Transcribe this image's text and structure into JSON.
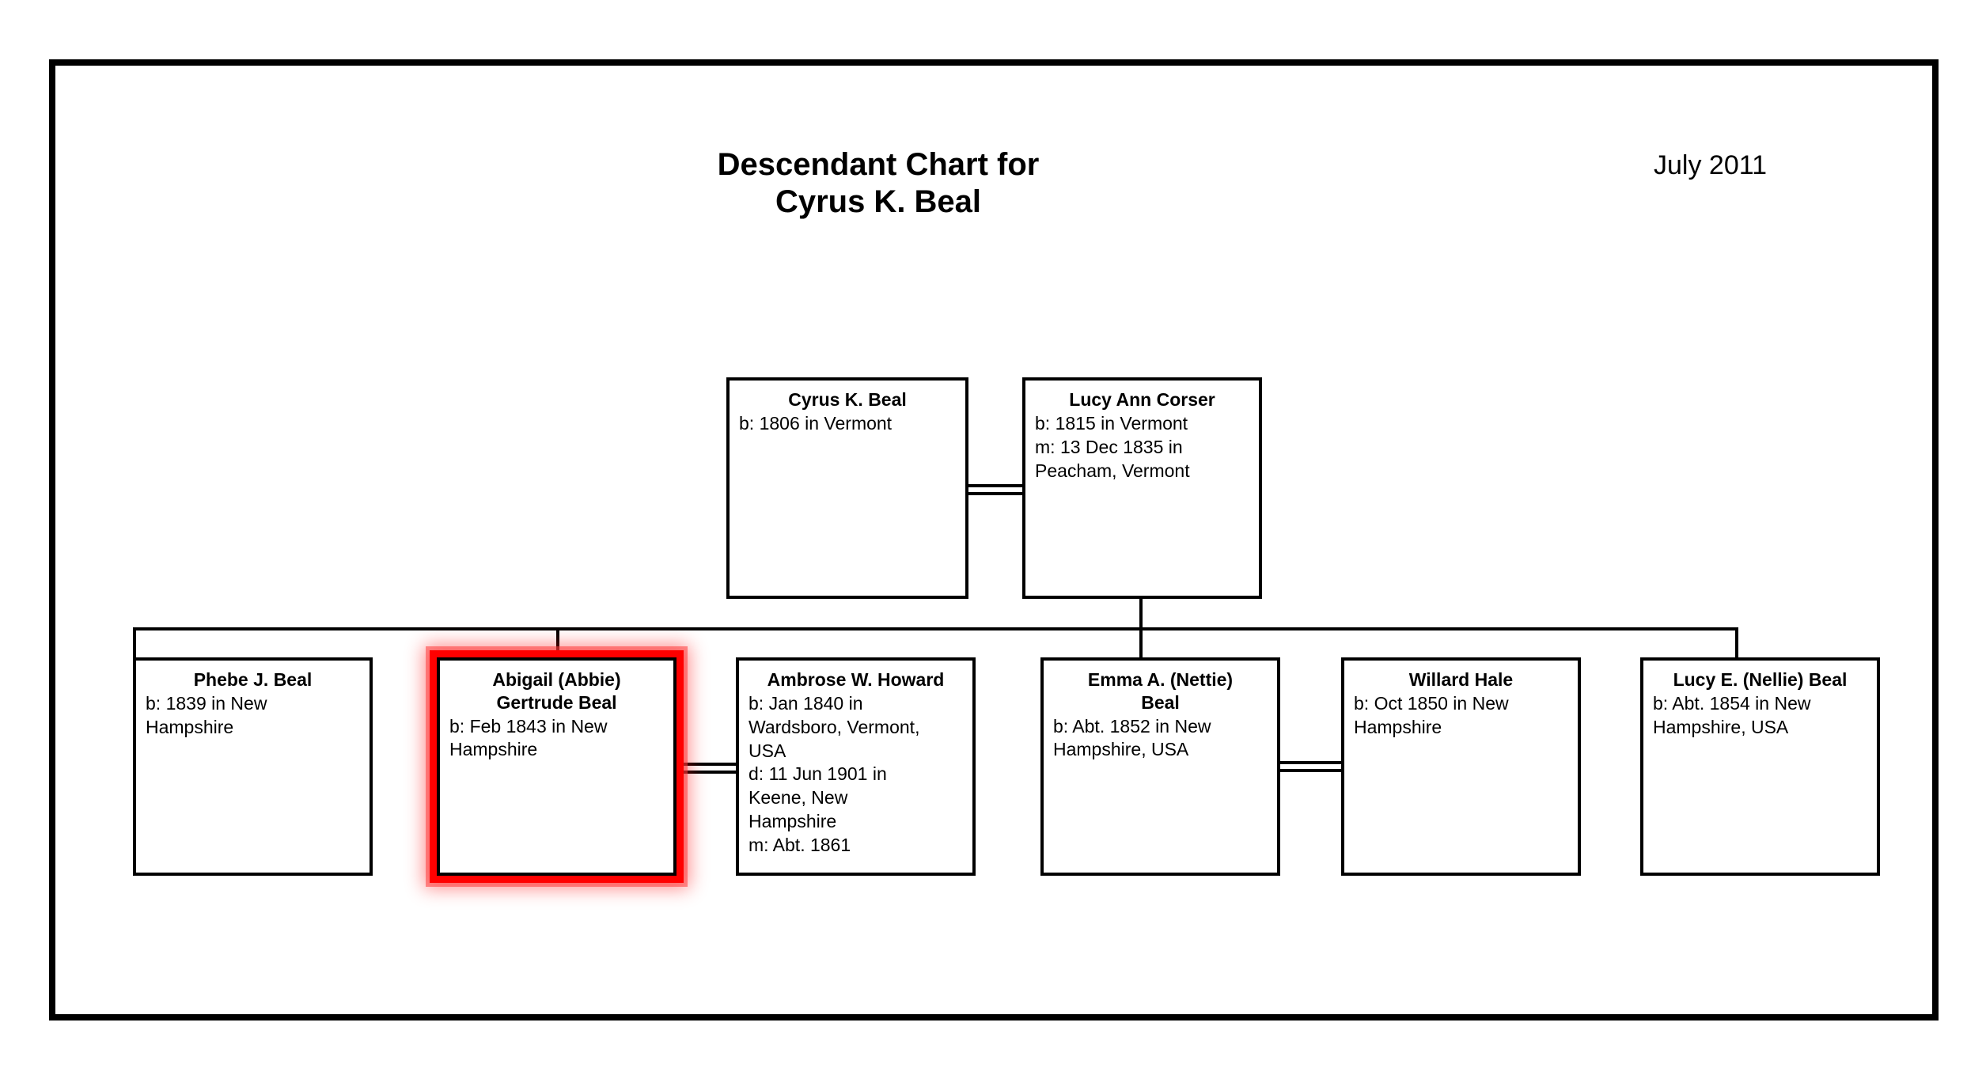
{
  "document": {
    "title_line1": "Descendant Chart for",
    "title_line2": "Cyrus K. Beal",
    "title": "Descendant Chart for\nCyrus K. Beal",
    "date_label": "July 2011"
  },
  "colors": {
    "frame": "#000000",
    "box_border": "#000000",
    "text": "#000000",
    "background": "#ffffff",
    "highlight": "#ff0000"
  },
  "chart_data": {
    "type": "diagram",
    "diagram_kind": "genealogy-descendant-chart",
    "title": "Descendant Chart for Cyrus K. Beal",
    "date": "July 2011",
    "generations": [
      {
        "level": 1,
        "people": [
          {
            "id": "cyrus",
            "name": "Cyrus K. Beal",
            "facts": [
              "b: 1806 in Vermont"
            ],
            "highlighted": false
          },
          {
            "id": "lucy-ann",
            "name": "Lucy Ann Corser",
            "facts": [
              "b: 1815 in Vermont",
              "m: 13 Dec 1835 in",
              "Peacham, Vermont"
            ],
            "highlighted": false
          }
        ],
        "marriages": [
          [
            "cyrus",
            "lucy-ann"
          ]
        ]
      },
      {
        "level": 2,
        "people": [
          {
            "id": "phebe",
            "name": "Phebe J. Beal",
            "facts": [
              "b: 1839 in New",
              "Hampshire"
            ],
            "highlighted": false,
            "child_of": [
              "cyrus",
              "lucy-ann"
            ]
          },
          {
            "id": "abigail",
            "name": "Abigail (Abbie)\nGertrude Beal",
            "facts": [
              "b: Feb 1843 in New",
              "Hampshire"
            ],
            "highlighted": true,
            "child_of": [
              "cyrus",
              "lucy-ann"
            ]
          },
          {
            "id": "ambrose",
            "name": "Ambrose W. Howard",
            "facts": [
              "b: Jan 1840 in",
              "Wardsboro, Vermont,",
              "USA",
              "d: 11 Jun 1901 in",
              "Keene, New",
              "Hampshire",
              "m: Abt. 1861"
            ],
            "highlighted": false,
            "spouse_of": "abigail"
          },
          {
            "id": "emma",
            "name": "Emma A. (Nettie)\nBeal",
            "facts": [
              "b: Abt. 1852 in New",
              "Hampshire, USA"
            ],
            "highlighted": false,
            "child_of": [
              "cyrus",
              "lucy-ann"
            ]
          },
          {
            "id": "willard",
            "name": "Willard Hale",
            "facts": [
              "b: Oct 1850 in New",
              "Hampshire"
            ],
            "highlighted": false,
            "spouse_of": "emma"
          },
          {
            "id": "lucy-e",
            "name": "Lucy E. (Nellie) Beal",
            "facts": [
              "b: Abt. 1854 in New",
              "Hampshire, USA"
            ],
            "highlighted": false,
            "child_of": [
              "cyrus",
              "lucy-ann"
            ]
          }
        ],
        "marriages": [
          [
            "abigail",
            "ambrose"
          ],
          [
            "emma",
            "willard"
          ]
        ]
      }
    ]
  },
  "boxes": {
    "cyrus": {
      "name": "Cyrus K. Beal",
      "facts": "b: 1806 in Vermont"
    },
    "lucy_ann": {
      "name": "Lucy Ann Corser",
      "facts": "b: 1815 in Vermont\nm: 13 Dec 1835 in\nPeacham, Vermont"
    },
    "phebe": {
      "name": "Phebe J. Beal",
      "facts": "b: 1839 in New\nHampshire"
    },
    "abigail": {
      "name": "Abigail (Abbie)\nGertrude Beal",
      "facts": "b: Feb 1843 in New\nHampshire"
    },
    "ambrose": {
      "name": "Ambrose W. Howard",
      "facts": "b: Jan 1840 in\nWardsboro, Vermont,\nUSA\nd: 11 Jun 1901 in\nKeene, New\nHampshire\nm: Abt. 1861"
    },
    "emma": {
      "name": "Emma A. (Nettie)\nBeal",
      "facts": "b: Abt. 1852 in New\nHampshire, USA"
    },
    "willard": {
      "name": "Willard Hale",
      "facts": "b: Oct 1850 in New\nHampshire"
    },
    "lucy_e": {
      "name": "Lucy E. (Nellie) Beal",
      "facts": "b: Abt. 1854 in New\nHampshire, USA"
    }
  }
}
